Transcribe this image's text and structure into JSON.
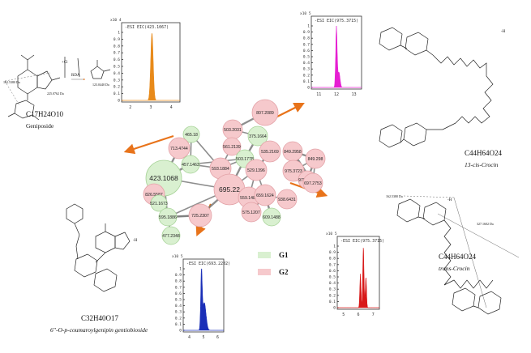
{
  "network": {
    "nodes": [
      {
        "label": "807.2089",
        "group": "G2"
      },
      {
        "label": "503.2031",
        "group": "G2"
      },
      {
        "label": "375.1664",
        "group": "G1"
      },
      {
        "label": "465.18",
        "group": "G1"
      },
      {
        "label": "713.4744",
        "group": "G2"
      },
      {
        "label": "561.2139",
        "group": "G2"
      },
      {
        "label": "503.1778",
        "group": "G1"
      },
      {
        "label": "535.2169",
        "group": "G2"
      },
      {
        "label": "457.1463",
        "group": "G1"
      },
      {
        "label": "423.1068",
        "group": "G1"
      },
      {
        "label": "593.1884",
        "group": "G2"
      },
      {
        "label": "826.5587",
        "group": "G2"
      },
      {
        "label": "695.22",
        "group": "G2"
      },
      {
        "label": "529.1396",
        "group": "G2"
      },
      {
        "label": "559.1487",
        "group": "G2"
      },
      {
        "label": "521.1673",
        "group": "G1"
      },
      {
        "label": "595.1886",
        "group": "G1"
      },
      {
        "label": "477.2348",
        "group": "G1"
      },
      {
        "label": "725.2307",
        "group": "G2"
      },
      {
        "label": "575.1207",
        "group": "G2"
      },
      {
        "label": "659.1624",
        "group": "G2"
      },
      {
        "label": "609.1488",
        "group": "G1"
      },
      {
        "label": "938.6431",
        "group": "G2"
      },
      {
        "label": "849.2958",
        "group": "G2"
      },
      {
        "label": "975.3723",
        "group": "G2"
      },
      {
        "label": "849.298",
        "group": "G2"
      },
      {
        "label": "975.3725",
        "group": "G2"
      },
      {
        "label": "697.2753",
        "group": "G2"
      }
    ]
  },
  "legend": [
    {
      "label": "G1",
      "color": "#d9f0d0"
    },
    {
      "label": "G2",
      "color": "#f6c9cc"
    }
  ],
  "spectra": [
    {
      "header": "-ESI EIC(423.1067)",
      "scale": "x10 4",
      "color": "#e88a1a",
      "yticks": [
        "1",
        "0.9",
        "0.8",
        "0.7",
        "0.6",
        "0.5",
        "0.4",
        "0.3",
        "0.2",
        "0.1",
        "0"
      ],
      "xticks": [
        "2",
        "3",
        "4"
      ]
    },
    {
      "header": "-ESI EIC(975.3715)",
      "scale": "x10 5",
      "color": "#e61ed2",
      "yticks": [
        "1",
        "0.9",
        "0.8",
        "0.7",
        "0.6",
        "0.5",
        "0.4",
        "0.3",
        "0.2",
        "0.1",
        "0"
      ],
      "xticks": [
        "11",
        "12",
        "13"
      ]
    },
    {
      "header": "-ESI EIC(693.2202)",
      "scale": "x10 5",
      "color": "#1a2fb8",
      "yticks": [
        "1",
        "0.9",
        "0.8",
        "0.7",
        "0.6",
        "0.5",
        "0.4",
        "0.3",
        "0.2",
        "0.1",
        "0"
      ],
      "xticks": [
        "4",
        "5",
        "6"
      ]
    },
    {
      "header": "-ESI EIC(975.3715)",
      "scale": "x10 5",
      "color": "#d81818",
      "yticks": [
        "1",
        "0.9",
        "0.8",
        "0.7",
        "0.6",
        "0.5",
        "0.4",
        "0.3",
        "0.2",
        "0.1",
        "0"
      ],
      "xticks": [
        "5",
        "6",
        "7"
      ]
    }
  ],
  "compounds": {
    "geniposide": {
      "formula": "C17H24O10",
      "name": "Geniposide",
      "bracket": "+Cl",
      "frag1": "162.5380 Da",
      "frag2": "225.0762 Da",
      "frag3": "123.0440 Da",
      "rda": "RDA"
    },
    "cis_crocin": {
      "formula": "C44H64O24",
      "name": "13-cis-Crocin",
      "bracket": "-H"
    },
    "trans_crocin": {
      "formula": "C44H64O24",
      "name": "trans-Crocin",
      "bracket": "-H",
      "frag1": "162.5380 Da",
      "frag2": "327.1602 Da"
    },
    "coumaroyl": {
      "formula": "C32H40O17",
      "name": "6''-O-p-coumaroylgenipin gentiobioside",
      "bracket": "-H"
    }
  }
}
